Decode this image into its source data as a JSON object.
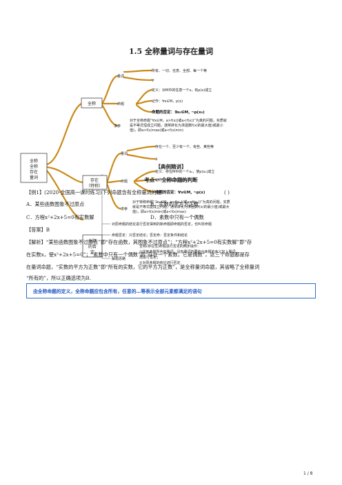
{
  "title": "1.5  全称量词与存在量词",
  "mindmap": {
    "root": [
      "全称",
      "全称",
      "存在",
      "量词"
    ],
    "forall": {
      "label": "全称",
      "quantifier": "量词",
      "quantifier_words": "所有、一切、任意、全部、每一个等",
      "quantifier_symbol": "∀",
      "proposition": "命题",
      "prop_def": "定义：对M中的任意一个x，有p(x)成立",
      "prop_notation": "记作：∀x∈M，p(x)",
      "prop_negation": "命题的否定：∃x₀∈M, ¬p(x₀)",
      "param": "求参",
      "param_text1": "对于全称命题“∀x∈M，a>f(x)(或a<f(x))”为真的问题，实质就",
      "param_text2": "是不等式恒成立问题，通常转化为求函数f(x)的最大值(或最小",
      "param_text3": "值)，即a>f(x)max(或a<f(x)min)"
    },
    "exists": {
      "label1": "存在",
      "label2": "（特称）",
      "quantifier": "量词",
      "quantifier_words": "存在一个、至少有一个、有些、某些等",
      "quantifier_symbol": "∃",
      "proposition": "命题",
      "prop_def": "定义：存在M中的一个x₀，使p(x₀)成立",
      "prop_notation": "记作：∃x₀∈M，p(x₀)",
      "prop_negation": "命题的否定：∀x∈M, ¬p(x)",
      "param": "求参",
      "param_text1": "对于特称命题“∃x₀∈M，a>f(x₀)(或a<f(x₀))”为真的问题，实质",
      "param_text2": "就是不等式能成立问题，通常转化为求函数f(x)的最小值(或最大",
      "param_text3": "值)，即a>f(x)min(或a<f(x)max)"
    },
    "negation": {
      "label": [
        "命题",
        "的否",
        "定"
      ],
      "top_text": "对原命题的结论进行否定得到的新命题即命题的否定，也叫非命题",
      "forms": "命题否定：只否定结论；否定命：否定条件和结论",
      "method": "解题思路",
      "method1": "全称(存在性)命题进行否定的两步操作：",
      "method2": "①找到命题所含的量词，没有量词的要结合命题的含义加上量词，",
      "method3": "再进行否定；",
      "method4": "②对原命题的结论进行否定."
    }
  },
  "section_heading": "【典例精讲】",
  "topic_heading": "考点一  全称命题的判断",
  "example": {
    "stem": "【例1】(2020·全国高一课时练习)下列命题含有全称量词的是",
    "paren": "(       )",
    "options": {
      "A": "A．某些函数图象不过原点",
      "B": "B．实数的平方为正数",
      "C": "C．方程x²+2x+5=0有实数解",
      "D": "D．素数中只有一个偶数"
    },
    "answer": "【答案】B",
    "analysis1": "【解析】“某些函数图象不过原点”即“存在函数，其图象不过原点”；“方程x²+2x+5=0有实数解”即“存",
    "analysis2": "在实数x，使x²+2x+5=0”；“素数中只有一个偶数”即“存在一个素数，它是偶数”，这三个命题都是存",
    "analysis3": "在量词命题，“实数的平方为正数”即“所有的实数，它的平方为正数”，是全称量词命题，其省略了全称量词",
    "analysis4": "“所有的”，所以正确选项为B."
  },
  "tip": "由全称命题的定义，全称命题应包含所有，任意的…等表示全部元素都满足的语句",
  "page_number": "1 / 8",
  "colors": {
    "branch": "#c98a18",
    "box_border": "#2b6ec9",
    "tip_text": "#2359c4"
  }
}
